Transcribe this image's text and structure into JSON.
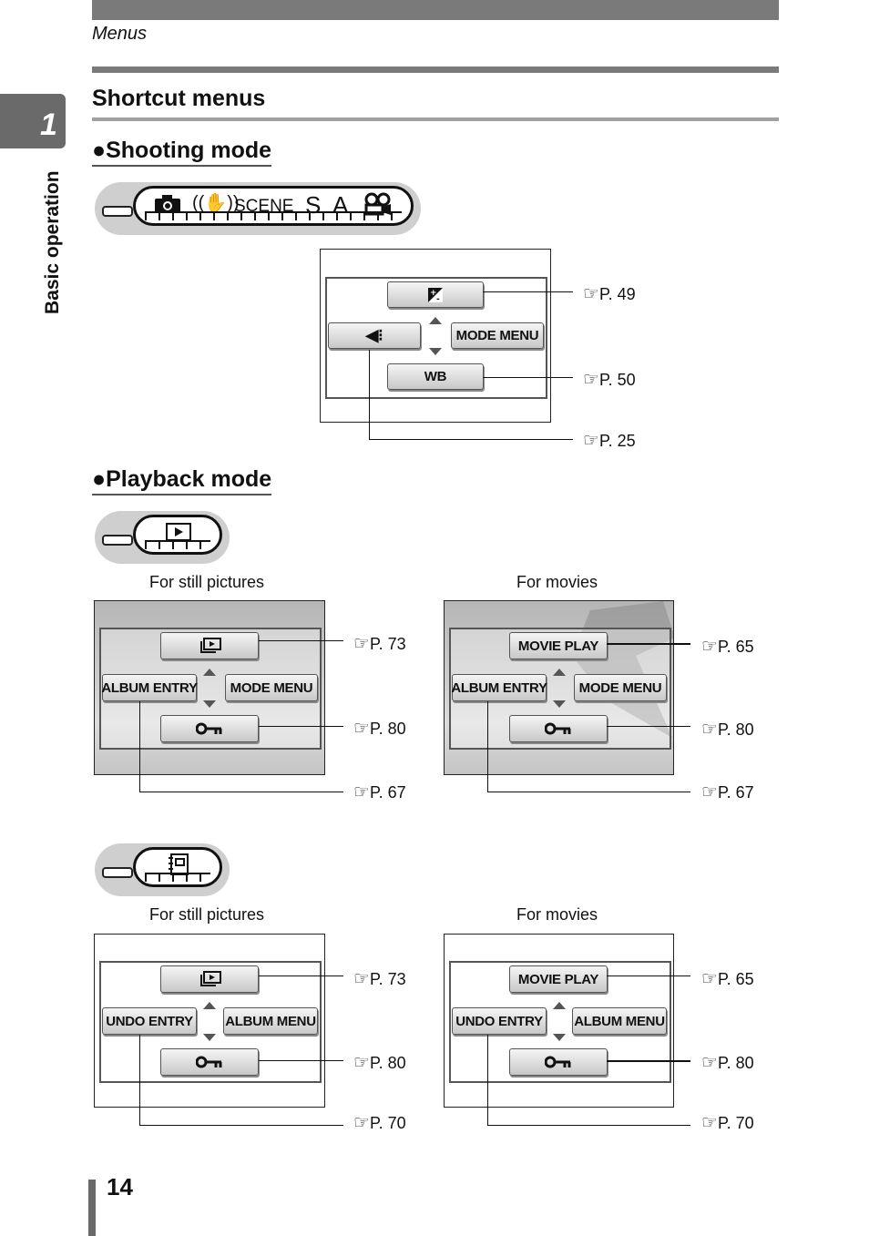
{
  "header": {
    "section": "Menus"
  },
  "sidebar": {
    "chapter_number": "1",
    "chapter_title": "Basic operation"
  },
  "section_title": "Shortcut menus",
  "shooting": {
    "heading": "Shooting mode",
    "dial_scene": "SCENE",
    "dial_s": "S",
    "dial_a": "A",
    "menu": {
      "top": "",
      "left": "",
      "right": "MODE MENU",
      "bottom": "WB"
    },
    "refs": {
      "top": "P. 49",
      "bottom": "P. 50",
      "left": "P. 25"
    }
  },
  "playback": {
    "heading": "Playback mode",
    "caption_still": "For still pictures",
    "caption_movies": "For movies",
    "play_still": {
      "left": "ALBUM ENTRY",
      "right": "MODE MENU",
      "refs": {
        "top": "P. 73",
        "bottom": "P. 80",
        "left": "P. 67"
      }
    },
    "play_movie": {
      "top": "MOVIE PLAY",
      "left": "ALBUM ENTRY",
      "right": "MODE MENU",
      "refs": {
        "top": "P. 65",
        "bottom": "P. 80",
        "left": "P. 67"
      }
    }
  },
  "album": {
    "caption_still": "For still pictures",
    "caption_movies": "For movies",
    "album_still": {
      "left": "UNDO ENTRY",
      "right": "ALBUM MENU",
      "refs": {
        "top": "P. 73",
        "bottom": "P. 80",
        "left": "P. 70"
      }
    },
    "album_movie": {
      "top": "MOVIE PLAY",
      "left": "UNDO ENTRY",
      "right": "ALBUM MENU",
      "refs": {
        "top": "P. 65",
        "bottom": "P. 80",
        "left": "P. 70"
      }
    }
  },
  "page_number": "14"
}
